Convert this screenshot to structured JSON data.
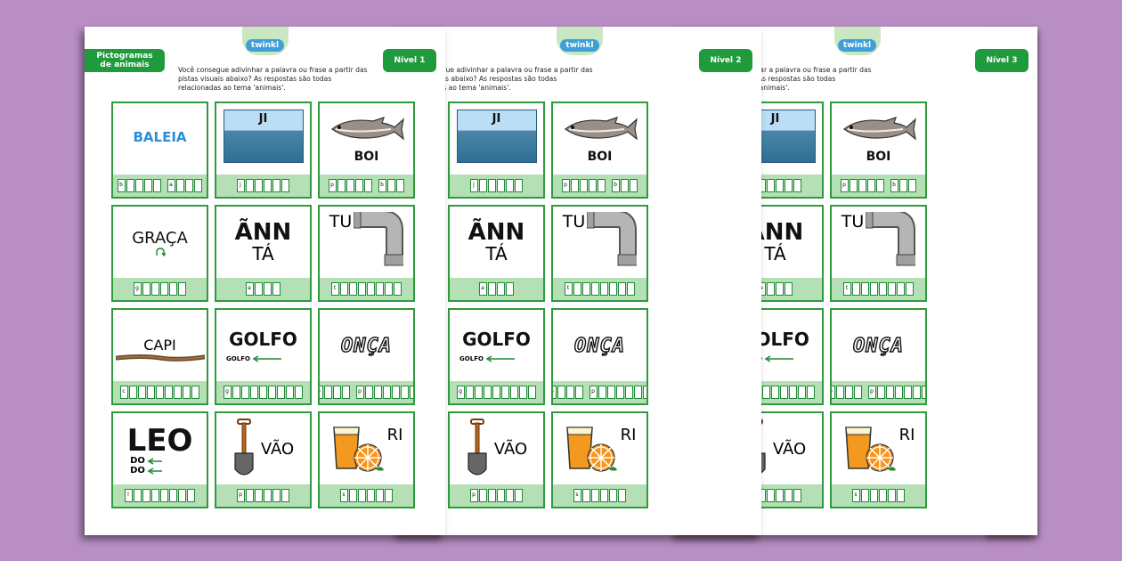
{
  "brand": "twinkl",
  "title_lines": [
    "Pictogramas",
    "de animais"
  ],
  "instructions": "Você consegue adivinhar a palavra ou frase a partir das pistas visuais abaixo? As respostas são todas relacionadas ao tema 'animais'.",
  "level_labels": [
    "Nível 1",
    "Nível 2",
    "Nível 3"
  ],
  "clues": {
    "baleia": "BALEIA",
    "ji": "JI",
    "boi": "BOI",
    "graca": "GRAÇA",
    "ann": "ÃNN",
    "ta": "TÁ",
    "tu": "TU",
    "capi": "CAPI",
    "golfo": "GOLFO",
    "golfo_small": "GOLFO",
    "onca": "ONÇA",
    "leo": "LEO",
    "do": "DO",
    "vao": "VÃO",
    "ri": "RI"
  },
  "hint_letters": {
    "baleia": [
      "b",
      "a"
    ],
    "ji": [
      "j"
    ],
    "boi": [
      "p",
      "b"
    ],
    "graca": [
      "g"
    ],
    "ann": [
      "a"
    ],
    "tu": [
      "t"
    ],
    "capi": [
      "c"
    ],
    "golfo": [
      "g"
    ],
    "onca": [
      "o",
      "p"
    ],
    "leo": [
      "l"
    ],
    "vao": [
      "p"
    ],
    "ri": [
      "s"
    ]
  },
  "colors": {
    "background": "#b98ec4",
    "accent_green": "#1f9a3c",
    "footer_green": "#b5dfb5",
    "baleia_blue": "#2a8fd8"
  },
  "icons": [
    "fish-icon",
    "pipe-icon",
    "stick-icon",
    "shovel-icon",
    "juice-icon",
    "orange-icon",
    "arrow-left-icon",
    "u-turn-arrow-icon"
  ]
}
